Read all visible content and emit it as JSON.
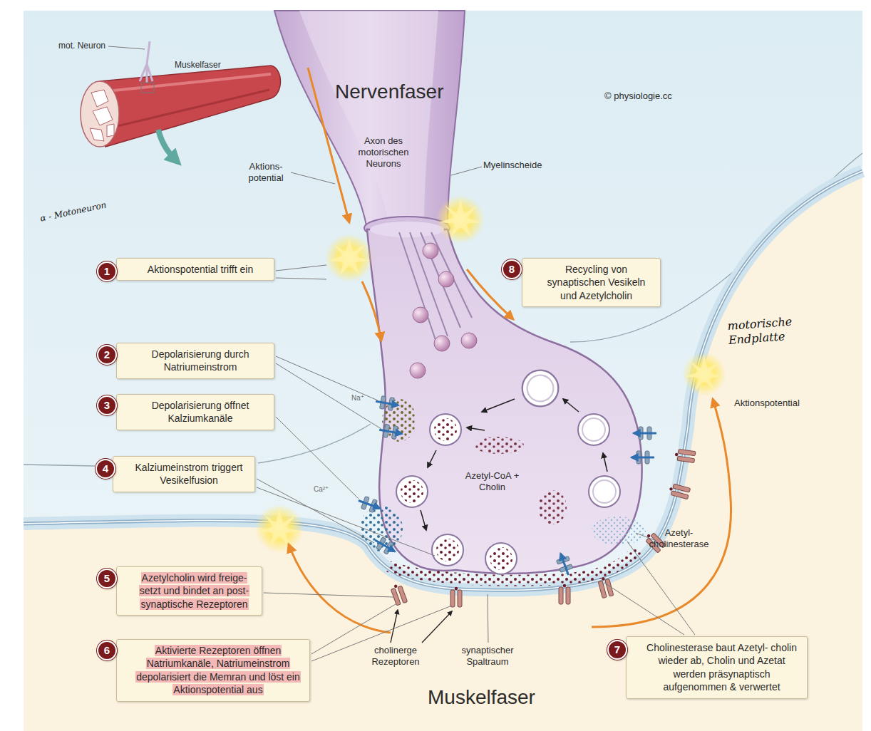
{
  "diagram": {
    "nodes": [
      {
        "text": [
          "Aktionspotential trifft ein"
        ]
      },
      {
        "text": [
          "Depolarisierung durch Natriumeinstrom"
        ]
      },
      {
        "text": [
          "Depolarisierung öffnet Kalziumkanäle"
        ]
      },
      {
        "text": [
          "Kalziumeinstrom triggert Vesikelfusion"
        ]
      },
      {
        "text": [
          "Azetylcholin wird freige- setzt und bindet an post- synaptische Rezeptoren"
        ]
      },
      {
        "text": [
          "Aktivierte Rezeptoren öffnen Natriumkanäle, Natriumeinstrom depolarisiert die Memran und löst ein Aktionspotential aus"
        ]
      },
      {
        "text": [
          "Cholinesterase baut Azetyl- cholin wieder ab, Cholin und Azetat werden präsynaptisch aufgenommen & verwertet"
        ]
      },
      {
        "text": [
          "Recycling von synaptischen Vesikeln und Azetylcholin"
        ]
      }
    ],
    "labels": [
      "mot. Neuron",
      "Muskelfaser",
      "Nervenfaser",
      "© physiologie.cc",
      "Axon des motorischen Neurons",
      "Aktions- potential",
      "Myelinscheide",
      "α - Motoneuron",
      "1",
      "2",
      "3",
      "4",
      "Na⁺",
      "Ca²⁺",
      "Azetyl-CoA + Cholin",
      "8",
      "motorische Endplatte",
      "Aktionspotential",
      "Azetyl- cholinesterase",
      "5",
      "cholinerge Rezeptoren",
      "synaptischer Spaltraum",
      "6",
      "7",
      "Muskelfaser"
    ]
  }
}
